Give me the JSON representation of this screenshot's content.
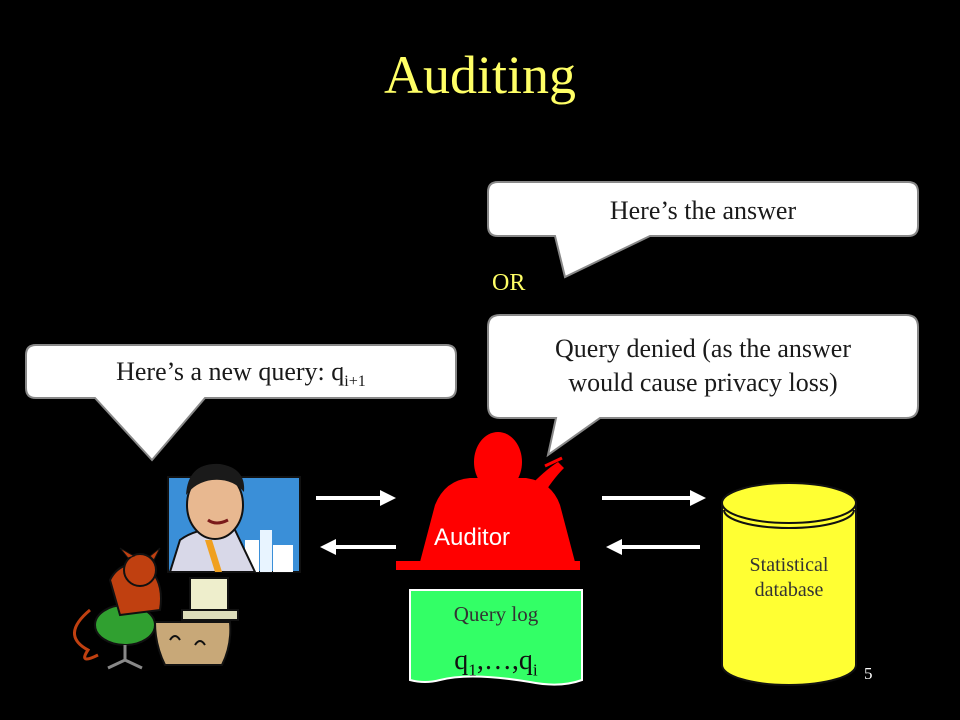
{
  "slide": {
    "title": "Auditing",
    "page_number": "5"
  },
  "bubbles": {
    "answer": "Here’s the answer",
    "or_label": "OR",
    "denied_line1": "Query denied (as the answer",
    "denied_line2": "would cause privacy loss)",
    "new_query_prefix": "Here’s a new query: q",
    "new_query_subscript": "i+1"
  },
  "auditor": {
    "label": "Auditor",
    "color": "#ff0000"
  },
  "database": {
    "label_line1": "Statistical",
    "label_line2": "database",
    "color": "#ffff33"
  },
  "query_log": {
    "title": "Query log",
    "q1": "q",
    "q1_sub": "1",
    "ellipsis": ",…,",
    "qi": "q",
    "qi_sub": "i",
    "color": "#33ff66"
  },
  "colors": {
    "title": "#ffff66",
    "background": "#000000"
  },
  "icons": {
    "user": "man-portrait-icon",
    "adversary": "devil-at-computer-icon"
  }
}
